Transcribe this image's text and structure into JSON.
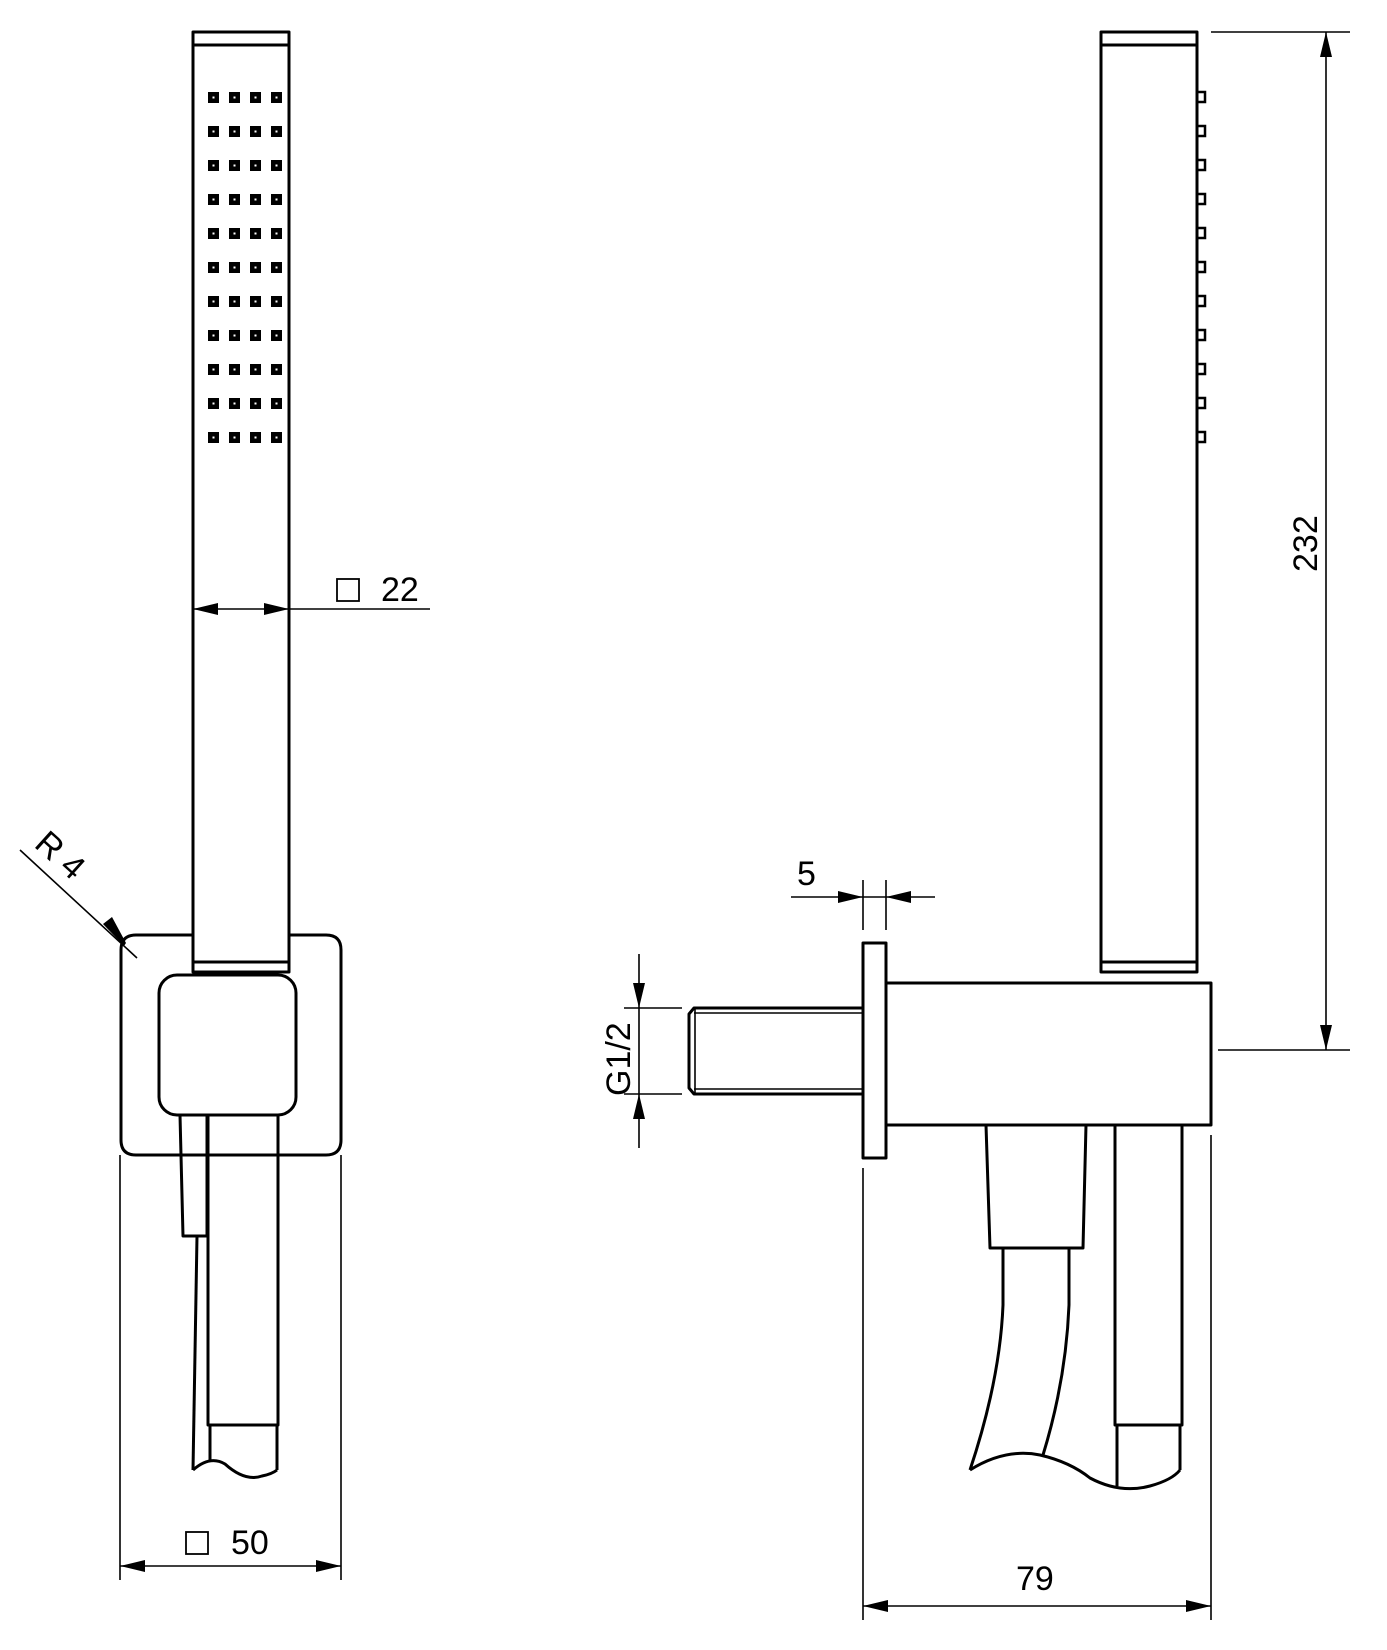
{
  "drawing": {
    "type": "technical-drawing",
    "subject": "hand shower with wall bracket and outlet",
    "line_color": "#000000",
    "background": "#ffffff",
    "views": {
      "front": {
        "name": "front view",
        "nozzle_grid": {
          "columns": 4,
          "rows": 11
        }
      },
      "side": {
        "name": "side view",
        "nozzle_count": 11
      }
    },
    "dimensions": {
      "handle_square": {
        "symbol": "□",
        "value": "22"
      },
      "bracket_square": {
        "symbol": "□",
        "value": "50"
      },
      "corner_radius": {
        "label": "R 4"
      },
      "flange_thickness": {
        "value": "5"
      },
      "thread": {
        "label": "G1/2"
      },
      "total_height": {
        "value": "232"
      },
      "depth": {
        "value": "79"
      }
    }
  }
}
